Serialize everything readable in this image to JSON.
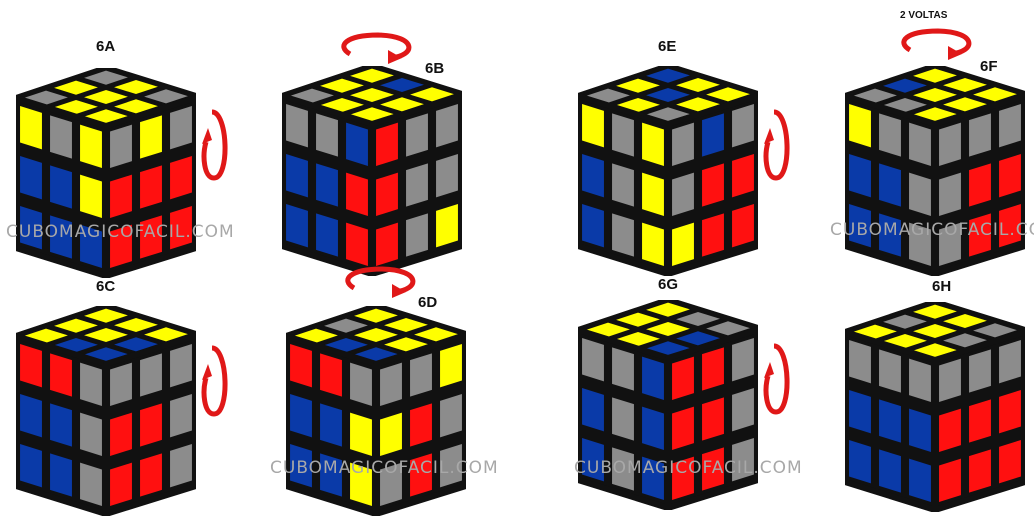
{
  "colors": {
    "Y": "#ffff00",
    "G": "#8c8c8c",
    "B": "#0a3aa8",
    "R": "#ff1010",
    "outline": "#111111",
    "arrow": "#e01818"
  },
  "labels": {
    "a": "6A",
    "b": "6B",
    "c": "6C",
    "d": "6D",
    "e": "6E",
    "f": "6F",
    "g": "6G",
    "h": "6H",
    "voltas": "2 VOLTAS"
  },
  "watermark": "CUBOMAGICOFACIL.COM",
  "cubes": [
    {
      "id": "6a",
      "top": [
        "G",
        "Y",
        "G",
        "Y",
        "Y",
        "Y",
        "Y",
        "Y",
        "G"
      ],
      "left": [
        "Y",
        "G",
        "Y",
        "B",
        "B",
        "Y",
        "B",
        "B",
        "B"
      ],
      "right": [
        "G",
        "Y",
        "G",
        "R",
        "R",
        "R",
        "R",
        "R",
        "R"
      ]
    },
    {
      "id": "6b",
      "top": [
        "G",
        "Y",
        "Y",
        "Y",
        "Y",
        "B",
        "Y",
        "Y",
        "Y"
      ],
      "left": [
        "G",
        "G",
        "B",
        "B",
        "B",
        "R",
        "B",
        "B",
        "R"
      ],
      "right": [
        "R",
        "G",
        "G",
        "R",
        "G",
        "G",
        "R",
        "G",
        "Y"
      ]
    },
    {
      "id": "6c",
      "top": [
        "Y",
        "Y",
        "Y",
        "B",
        "Y",
        "Y",
        "B",
        "B",
        "Y"
      ],
      "left": [
        "R",
        "R",
        "G",
        "B",
        "B",
        "G",
        "B",
        "B",
        "G"
      ],
      "right": [
        "G",
        "G",
        "G",
        "R",
        "R",
        "G",
        "R",
        "R",
        "G"
      ]
    },
    {
      "id": "6d",
      "top": [
        "Y",
        "G",
        "Y",
        "B",
        "Y",
        "Y",
        "B",
        "Y",
        "Y"
      ],
      "left": [
        "R",
        "R",
        "G",
        "B",
        "B",
        "Y",
        "B",
        "B",
        "Y"
      ],
      "right": [
        "G",
        "G",
        "Y",
        "Y",
        "R",
        "G",
        "G",
        "R",
        "G"
      ]
    },
    {
      "id": "6e",
      "top": [
        "G",
        "Y",
        "B",
        "Y",
        "B",
        "Y",
        "G",
        "Y",
        "Y"
      ],
      "left": [
        "Y",
        "G",
        "Y",
        "B",
        "G",
        "Y",
        "B",
        "G",
        "Y"
      ],
      "right": [
        "G",
        "B",
        "G",
        "G",
        "R",
        "R",
        "Y",
        "R",
        "R"
      ]
    },
    {
      "id": "6f",
      "top": [
        "G",
        "B",
        "Y",
        "G",
        "Y",
        "Y",
        "Y",
        "Y",
        "Y"
      ],
      "left": [
        "Y",
        "G",
        "G",
        "B",
        "B",
        "G",
        "B",
        "B",
        "G"
      ],
      "right": [
        "G",
        "G",
        "G",
        "G",
        "R",
        "R",
        "G",
        "R",
        "R"
      ]
    },
    {
      "id": "6g",
      "top": [
        "Y",
        "Y",
        "Y",
        "Y",
        "Y",
        "G",
        "B",
        "B",
        "G"
      ],
      "left": [
        "G",
        "G",
        "B",
        "B",
        "G",
        "B",
        "B",
        "G",
        "B"
      ],
      "right": [
        "R",
        "R",
        "G",
        "R",
        "R",
        "G",
        "R",
        "R",
        "G"
      ]
    },
    {
      "id": "6h",
      "top": [
        "Y",
        "G",
        "Y",
        "Y",
        "Y",
        "Y",
        "Y",
        "G",
        "G"
      ],
      "left": [
        "G",
        "G",
        "G",
        "B",
        "B",
        "B",
        "B",
        "B",
        "B"
      ],
      "right": [
        "G",
        "G",
        "G",
        "R",
        "R",
        "R",
        "R",
        "R",
        "R"
      ]
    }
  ]
}
